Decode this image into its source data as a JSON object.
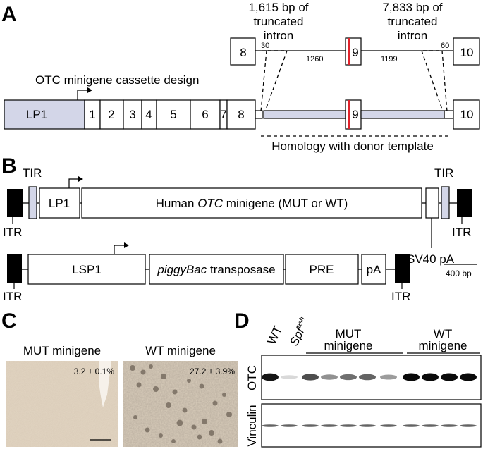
{
  "panels": {
    "a": "A",
    "b": "B",
    "c": "C",
    "d": "D"
  },
  "panel_a": {
    "left_intron_note": [
      "1,615 bp of",
      "truncated",
      "intron"
    ],
    "right_intron_note": [
      "7,833 bp of",
      "truncated",
      "intron"
    ],
    "zoom_exons": {
      "left": "8",
      "mid": "9",
      "right": "10"
    },
    "zoom_numbers": {
      "n30": "30",
      "n1260": "1260",
      "n1199": "1199",
      "n60": "60"
    },
    "cassette_title": "OTC minigene cassette design",
    "promoter": "LP1",
    "exons": [
      "1",
      "2",
      "3",
      "4",
      "5",
      "6",
      "7",
      "8"
    ],
    "exon9": "9",
    "exon10": "10",
    "homology": "Homology with donor template",
    "colors": {
      "promoter_fill": "#d3d6e8",
      "mutation": "#e0232b"
    }
  },
  "panel_b": {
    "tir_left": "TIR",
    "lp1": "LP1",
    "minigene_prefix": "Human ",
    "minigene_gene": "OTC",
    "minigene_suffix": " minigene (MUT or WT)",
    "tir_right": "TIR",
    "itr_left": "ITR",
    "itr_right": "ITR",
    "sv40": "SV40 pA",
    "lsp1": "LSP1",
    "transposase_italic": "piggyBac",
    "transposase_rest": " transposase",
    "pre": "PRE",
    "pa": "pA",
    "itr2_left": "ITR",
    "itr2_right": "ITR",
    "scale_bar": "400 bp"
  },
  "panel_c": {
    "mut_title": "MUT minigene",
    "wt_title": "WT minigene",
    "mut_value": "3.2 ± 0.1%",
    "wt_value": "27.2 ± 3.9%"
  },
  "panel_d": {
    "lane_wt": "WT",
    "lane_spf_base": "Spf",
    "lane_spf_sup": "ash",
    "group_mut": [
      "MUT",
      "minigene"
    ],
    "group_wt": [
      "WT",
      "minigene"
    ],
    "blot_otc": "OTC",
    "blot_vinculin": "Vinculin",
    "otc_intensity": [
      0.95,
      0.08,
      0.7,
      0.4,
      0.55,
      0.6,
      0.35,
      1.0,
      1.0,
      1.0,
      1.0
    ],
    "vinculin_intensity": [
      0.6,
      0.6,
      0.6,
      0.6,
      0.6,
      0.6,
      0.6,
      0.6,
      0.6,
      0.6,
      0.6
    ]
  }
}
